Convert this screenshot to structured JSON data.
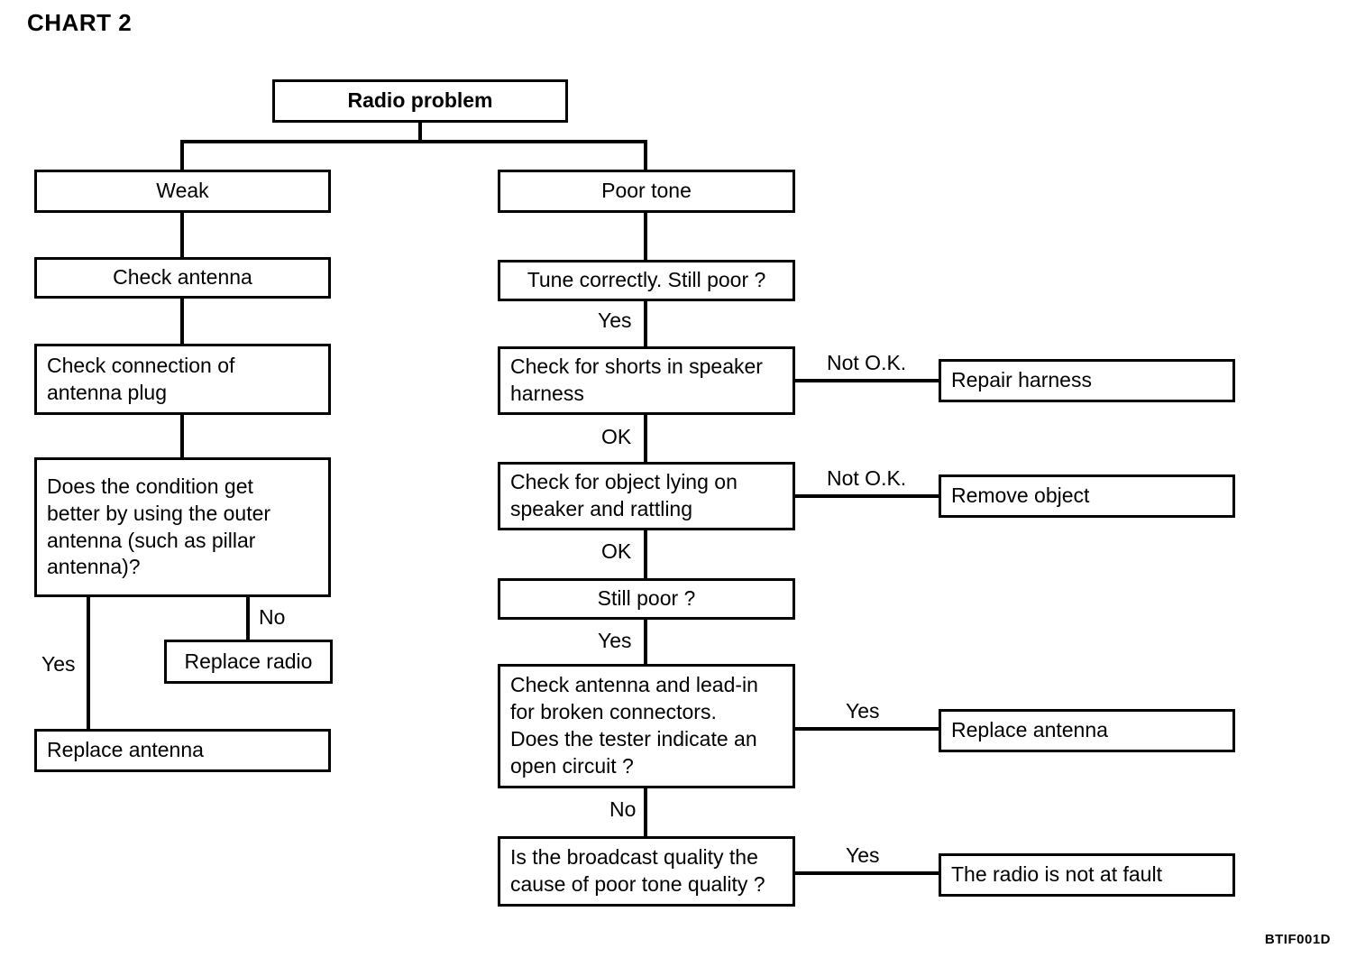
{
  "title": "CHART 2",
  "footer_code": "BTIF001D",
  "chart_data": {
    "type": "diagram",
    "subtype": "flowchart",
    "title": "CHART 2",
    "nodes": [
      {
        "id": "radio_problem",
        "label": "Radio problem"
      },
      {
        "id": "weak",
        "label": "Weak"
      },
      {
        "id": "check_antenna",
        "label": "Check antenna"
      },
      {
        "id": "check_connection",
        "label": "Check connection of\nantenna plug"
      },
      {
        "id": "condition_better",
        "label": "Does the condition get\nbetter by using the outer\nantenna (such as pillar\nantenna)?"
      },
      {
        "id": "replace_radio",
        "label": "Replace radio"
      },
      {
        "id": "replace_antenna_left",
        "label": "Replace antenna"
      },
      {
        "id": "poor_tone",
        "label": "Poor tone"
      },
      {
        "id": "tune_correctly",
        "label": "Tune correctly. Still poor ?"
      },
      {
        "id": "check_shorts",
        "label": "Check for shorts in speaker\nharness"
      },
      {
        "id": "repair_harness",
        "label": "Repair harness"
      },
      {
        "id": "check_object",
        "label": "Check for object lying on\nspeaker and rattling"
      },
      {
        "id": "remove_object",
        "label": "Remove object"
      },
      {
        "id": "still_poor",
        "label": "Still poor ?"
      },
      {
        "id": "check_lead_in",
        "label": "Check antenna and lead-in\nfor broken connectors.\nDoes the tester indicate an\nopen circuit ?"
      },
      {
        "id": "replace_antenna_right",
        "label": "Replace antenna"
      },
      {
        "id": "broadcast_quality",
        "label": "Is the broadcast quality the\ncause of poor tone quality ?"
      },
      {
        "id": "radio_not_at_fault",
        "label": "The radio is not at fault"
      }
    ],
    "edges": [
      {
        "from": "radio_problem",
        "to": "weak",
        "label": ""
      },
      {
        "from": "radio_problem",
        "to": "poor_tone",
        "label": ""
      },
      {
        "from": "weak",
        "to": "check_antenna",
        "label": ""
      },
      {
        "from": "check_antenna",
        "to": "check_connection",
        "label": ""
      },
      {
        "from": "check_connection",
        "to": "condition_better",
        "label": ""
      },
      {
        "from": "condition_better",
        "to": "replace_antenna_left",
        "label": "Yes"
      },
      {
        "from": "condition_better",
        "to": "replace_radio",
        "label": "No"
      },
      {
        "from": "poor_tone",
        "to": "tune_correctly",
        "label": ""
      },
      {
        "from": "tune_correctly",
        "to": "check_shorts",
        "label": "Yes"
      },
      {
        "from": "check_shorts",
        "to": "repair_harness",
        "label": "Not O.K."
      },
      {
        "from": "check_shorts",
        "to": "check_object",
        "label": "OK"
      },
      {
        "from": "check_object",
        "to": "remove_object",
        "label": "Not O.K."
      },
      {
        "from": "check_object",
        "to": "still_poor",
        "label": "OK"
      },
      {
        "from": "still_poor",
        "to": "check_lead_in",
        "label": "Yes"
      },
      {
        "from": "check_lead_in",
        "to": "replace_antenna_right",
        "label": "Yes"
      },
      {
        "from": "check_lead_in",
        "to": "broadcast_quality",
        "label": "No"
      },
      {
        "from": "broadcast_quality",
        "to": "radio_not_at_fault",
        "label": "Yes"
      }
    ]
  },
  "nodes": {
    "radio_problem": "Radio problem",
    "weak": "Weak",
    "check_antenna": "Check antenna",
    "check_connection": "Check connection of\nantenna plug",
    "condition_better": "Does the condition get\nbetter by using the outer\nantenna (such as pillar\nantenna)?",
    "replace_radio": "Replace radio",
    "replace_antenna_left": "Replace antenna",
    "poor_tone": "Poor tone",
    "tune_correctly": "Tune correctly. Still poor ?",
    "check_shorts": "Check for shorts in speaker\nharness",
    "repair_harness": "Repair harness",
    "check_object": "Check for object lying on\nspeaker and rattling",
    "remove_object": "Remove object",
    "still_poor": "Still poor ?",
    "check_lead_in": "Check antenna and lead-in\nfor broken connectors.\nDoes the tester indicate an\nopen circuit ?",
    "replace_antenna_right": "Replace antenna",
    "broadcast_quality": "Is the broadcast quality the\ncause of poor tone quality ?",
    "radio_not_at_fault": "The radio is not at fault"
  },
  "edge_labels": {
    "left_yes": "Yes",
    "left_no": "No",
    "tune_yes": "Yes",
    "shorts_not_ok": "Not O.K.",
    "shorts_ok": "OK",
    "object_not_ok": "Not O.K.",
    "object_ok": "OK",
    "still_poor_yes": "Yes",
    "lead_in_yes": "Yes",
    "lead_in_no": "No",
    "broadcast_yes": "Yes"
  }
}
